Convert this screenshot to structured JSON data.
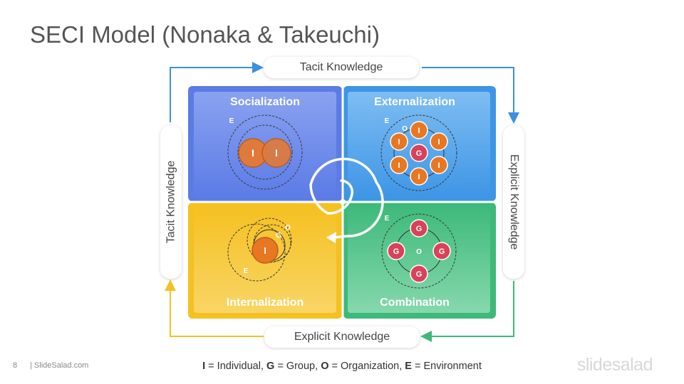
{
  "title": "SECI Model (Nonaka & Takeuchi)",
  "top_label": "Tacit Knowledge",
  "bottom_label": "Explicit Knowledge",
  "left_label": "Tacit Knowledge",
  "right_label": "Explicit Knowledge",
  "quadrants": {
    "socialization": "Socialization",
    "externalization": "Externalization",
    "internalization": "Internalization",
    "combination": "Combination"
  },
  "marks": {
    "I": "I",
    "G": "G",
    "O": "O",
    "E": "E"
  },
  "legend": {
    "i": "I",
    "i_text": " = Individual, ",
    "g": "G",
    "g_text": " = Group, ",
    "o": "O",
    "o_text": " = Organization, ",
    "e": "E",
    "e_text": " = Environment"
  },
  "footer": {
    "page": "8",
    "site": "| SlideSalad.com",
    "brand": "slidesalad"
  },
  "colors": {
    "socialization": "#5b7be6",
    "externalization": "#3d95e6",
    "internalization": "#f5c020",
    "combination": "#3db97a",
    "individual": "#e87722",
    "group": "#d9425a"
  }
}
